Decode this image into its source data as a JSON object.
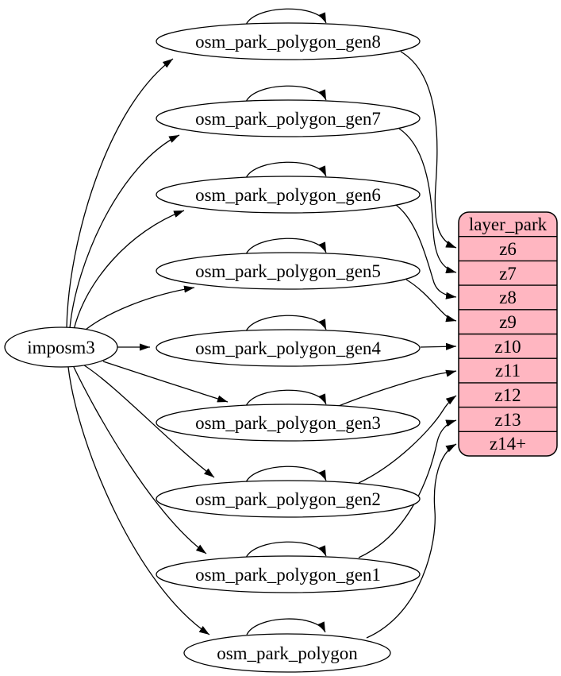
{
  "diagram": {
    "kind": "etl-graph",
    "source_node": {
      "label": "imposm3"
    },
    "generalized_tables": [
      {
        "label": "osm_park_polygon_gen8",
        "target_row": "z6"
      },
      {
        "label": "osm_park_polygon_gen7",
        "target_row": "z7"
      },
      {
        "label": "osm_park_polygon_gen6",
        "target_row": "z8"
      },
      {
        "label": "osm_park_polygon_gen5",
        "target_row": "z9"
      },
      {
        "label": "osm_park_polygon_gen4",
        "target_row": "z10"
      },
      {
        "label": "osm_park_polygon_gen3",
        "target_row": "z11"
      },
      {
        "label": "osm_park_polygon_gen2",
        "target_row": "z12"
      },
      {
        "label": "osm_park_polygon_gen1",
        "target_row": "z13"
      },
      {
        "label": "osm_park_polygon",
        "target_row": "z14+"
      }
    ],
    "layer_table": {
      "title": "layer_park",
      "rows": [
        "z6",
        "z7",
        "z8",
        "z9",
        "z10",
        "z11",
        "z12",
        "z13",
        "z14+"
      ]
    },
    "edges": {
      "from_source": "imposm3 has an arrow to every osm_park_polygon* table",
      "self_loops": "every osm_park_polygon* table has a self-loop arrow",
      "to_layer": "each table points to its zoom row in layer_park"
    },
    "colors": {
      "layer_fill": "#ffb6c1",
      "node_fill": "#ffffff",
      "stroke": "#000000",
      "background": "#ffffff"
    }
  }
}
